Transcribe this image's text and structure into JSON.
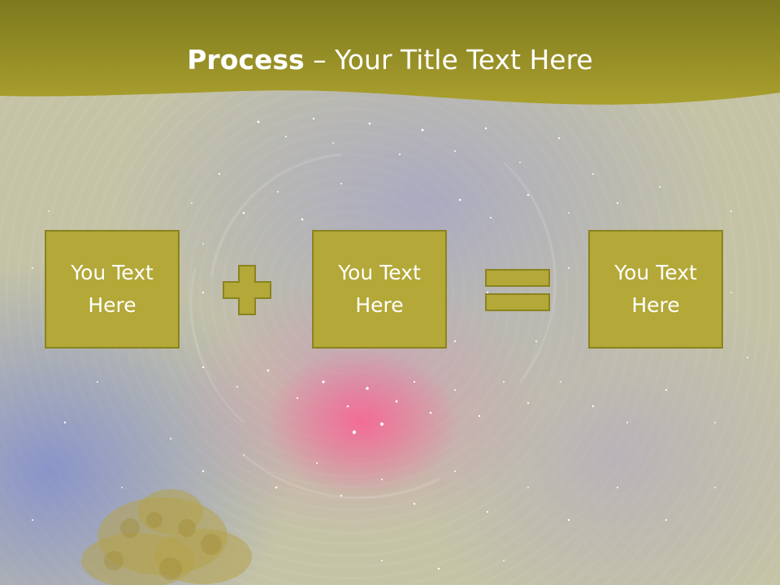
{
  "title": {
    "bold": "Process",
    "rest": " – Your Title Text Here"
  },
  "process": {
    "steps": [
      {
        "text": "You Text Here"
      },
      {
        "text": "You Text Here"
      },
      {
        "text": "You Text Here"
      }
    ],
    "operators": [
      "plus-icon",
      "equals-icon"
    ]
  },
  "colors": {
    "header": "#8f8a22",
    "box_fill": "#b3a838",
    "box_border": "#8a8320",
    "text": "#ffffff"
  }
}
